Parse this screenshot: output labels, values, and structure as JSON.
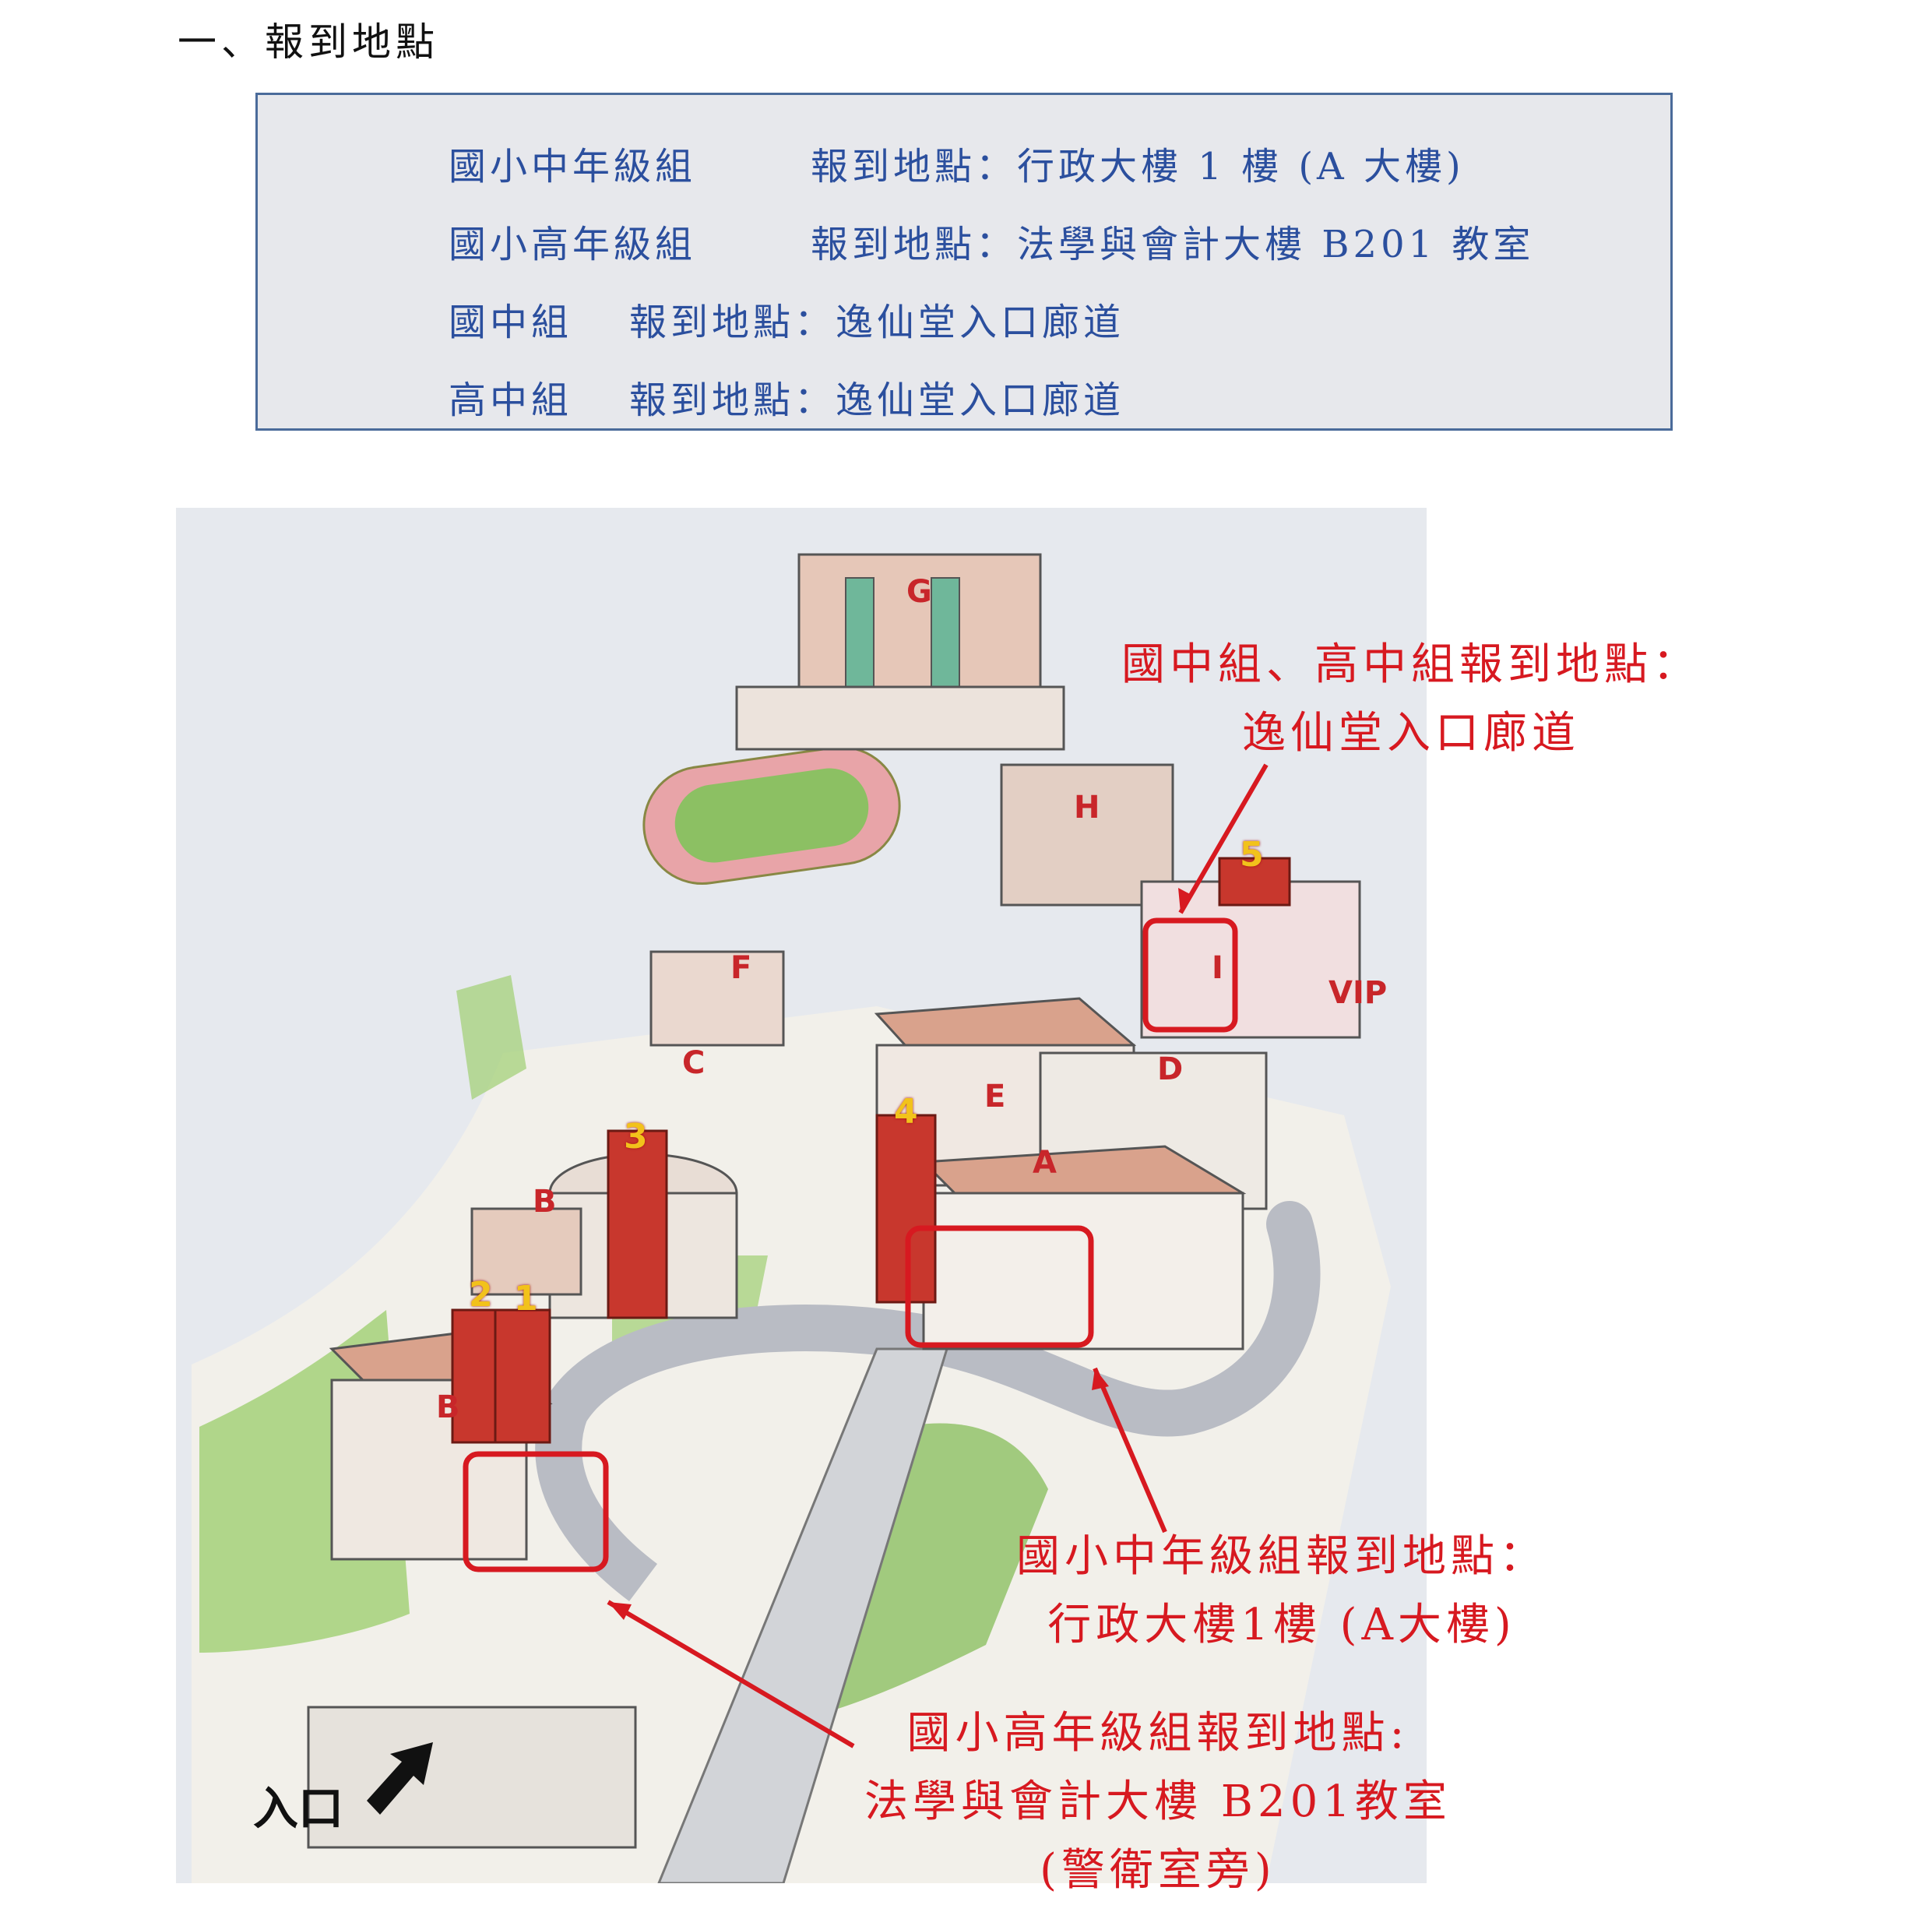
{
  "section_title": "一、報到地點",
  "registration_table": [
    {
      "group": "國小中年級組",
      "location": "報到地點：行政大樓 1 樓 (A 大樓)"
    },
    {
      "group": "國小高年級組",
      "location": "報到地點：法學與會計大樓 B201 教室"
    },
    {
      "group": "國中組",
      "location": "報到地點：逸仙堂入口廊道"
    },
    {
      "group": "高中組",
      "location": "報到地點：逸仙堂入口廊道"
    }
  ],
  "map": {
    "building_labels": [
      "G",
      "H",
      "F",
      "C",
      "E",
      "D",
      "I",
      "VIP",
      "A",
      "B",
      "B"
    ],
    "numbers": [
      "1",
      "2",
      "3",
      "4",
      "5"
    ],
    "callouts": {
      "junior_senior": {
        "line1": "國中組、高中組報到地點：",
        "line2": "逸仙堂入口廊道"
      },
      "elem_middle": {
        "line1": "國小中年級組報到地點：",
        "line2": "行政大樓1樓 (A大樓)"
      },
      "elem_upper": {
        "line1": "國小高年級組報到地點:",
        "line2": "法學與會計大樓 B201教室",
        "line3": "(警衛室旁)"
      }
    },
    "entrance_label": "入口",
    "colors": {
      "highlight": "#d71920",
      "building_roof": "#d9a28c",
      "tower": "#c8372d",
      "lawn": "#8cc063",
      "track": "#e8a4a8"
    }
  }
}
